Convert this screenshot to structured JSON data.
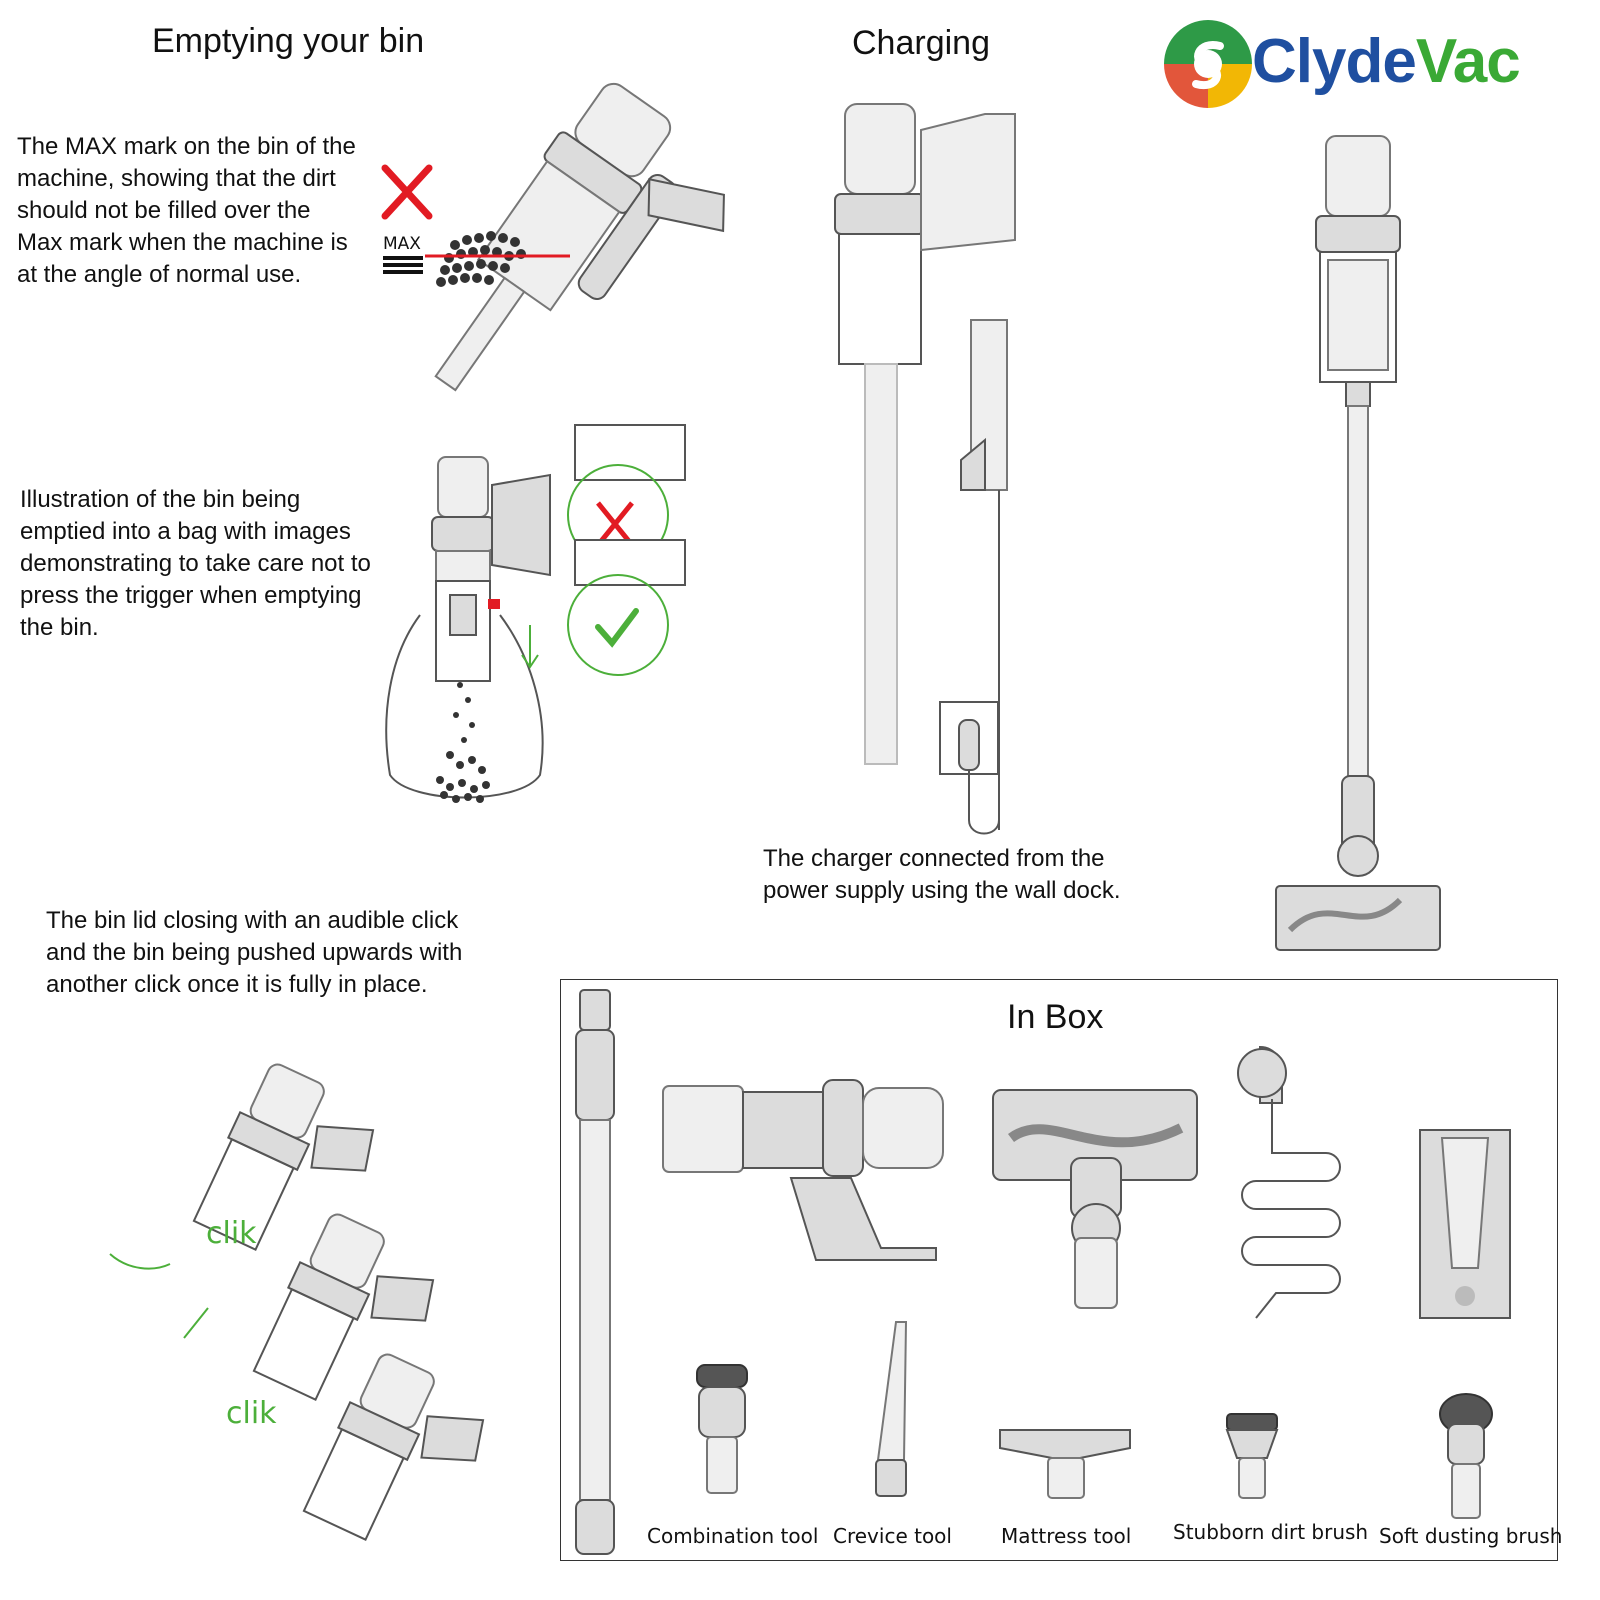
{
  "brand": {
    "name_part1": "Clyde",
    "name_part2": "Vac",
    "color_part1": "#1f4fa0",
    "color_part2": "#3aa935"
  },
  "sections": {
    "emptying": {
      "title": "Emptying your bin",
      "max_mark_text": "The MAX mark on the bin of the machine, showing that the dirt should not be filled over the Max mark when the machine is at the angle of normal use.",
      "max_label": "MAX",
      "bag_text": "Illustration of the bin being emptied into a bag with images demonstrating to take care not to press the trigger when emptying the bin.",
      "lid_text": "The bin lid closing with an audible click and the bin being pushed upwards with another click once it is fully in place.",
      "click_label_1": "clik",
      "click_label_2": "clik"
    },
    "charging": {
      "title": "Charging",
      "description": "The charger connected from the power supply using the wall dock."
    },
    "in_box": {
      "title": "In Box",
      "items": [
        "Combination tool",
        "Crevice tool",
        "Mattress tool",
        "Stubborn dirt brush",
        "Soft dusting brush"
      ]
    }
  },
  "colors": {
    "warning": "#e21b23",
    "ok": "#4caf3a",
    "line": "#555555"
  }
}
